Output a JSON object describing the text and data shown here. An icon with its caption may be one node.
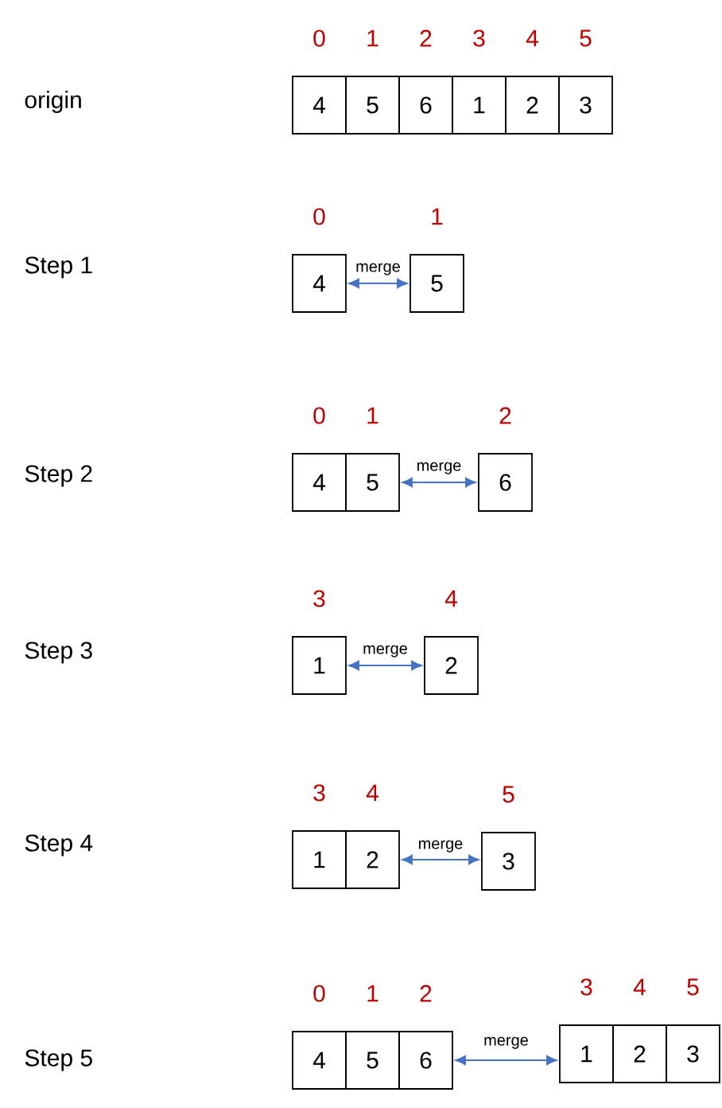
{
  "diagram": {
    "nodes": [
      {
        "text": [
          "4"
        ],
        "beside": [
          "0"
        ]
      },
      {
        "text": [
          "5"
        ],
        "beside": [
          "1"
        ]
      },
      {
        "text": [
          "6"
        ],
        "beside": [
          "2"
        ]
      },
      {
        "text": [
          "1"
        ],
        "beside": [
          "3"
        ]
      },
      {
        "text": [
          "2"
        ],
        "beside": [
          "4"
        ]
      },
      {
        "text": [
          "3"
        ],
        "beside": [
          "5"
        ]
      },
      {
        "text": [
          "4"
        ],
        "beside": [
          "0"
        ]
      },
      {
        "text": [
          "5"
        ],
        "beside": [
          "1"
        ]
      },
      {
        "text": [
          "4"
        ],
        "beside": [
          "0"
        ]
      },
      {
        "text": [
          "5"
        ],
        "beside": [
          "1"
        ]
      },
      {
        "text": [
          "6"
        ],
        "beside": [
          "2"
        ]
      },
      {
        "text": [
          "1"
        ],
        "beside": [
          "3"
        ]
      },
      {
        "text": [
          "2"
        ],
        "beside": [
          "4"
        ]
      },
      {
        "text": [
          "1"
        ],
        "beside": [
          "3"
        ]
      },
      {
        "text": [
          "2"
        ],
        "beside": [
          "4"
        ]
      },
      {
        "text": [
          "3"
        ],
        "beside": [
          "5"
        ]
      },
      {
        "text": [
          "4"
        ],
        "beside": [
          "0"
        ]
      },
      {
        "text": [
          "5"
        ],
        "beside": [
          "1"
        ]
      },
      {
        "text": [
          "6"
        ],
        "beside": [
          "2"
        ]
      },
      {
        "text": [
          "1"
        ],
        "beside": [
          "3"
        ]
      },
      {
        "text": [
          "2"
        ],
        "beside": [
          "4"
        ]
      },
      {
        "text": [
          "3"
        ],
        "beside": [
          "5"
        ]
      }
    ],
    "edges": [
      {
        "from": 6,
        "to": 7,
        "arrow": "both",
        "label": "merge",
        "color": "#4472c4"
      },
      {
        "from": 9,
        "to": 10,
        "arrow": "both",
        "label": "merge",
        "color": "#4472c4"
      },
      {
        "from": 11,
        "to": 12,
        "arrow": "both",
        "label": "merge",
        "color": "#4472c4"
      },
      {
        "from": 14,
        "to": 15,
        "arrow": "both",
        "label": "merge",
        "color": "#4472c4"
      },
      {
        "from": 18,
        "to": 19,
        "arrow": "both",
        "label": "merge",
        "color": "#4472c4"
      }
    ],
    "labels": [
      "origin",
      "Step 1",
      "Step 2",
      "Step 3",
      "Step 4",
      "Step 5"
    ]
  }
}
